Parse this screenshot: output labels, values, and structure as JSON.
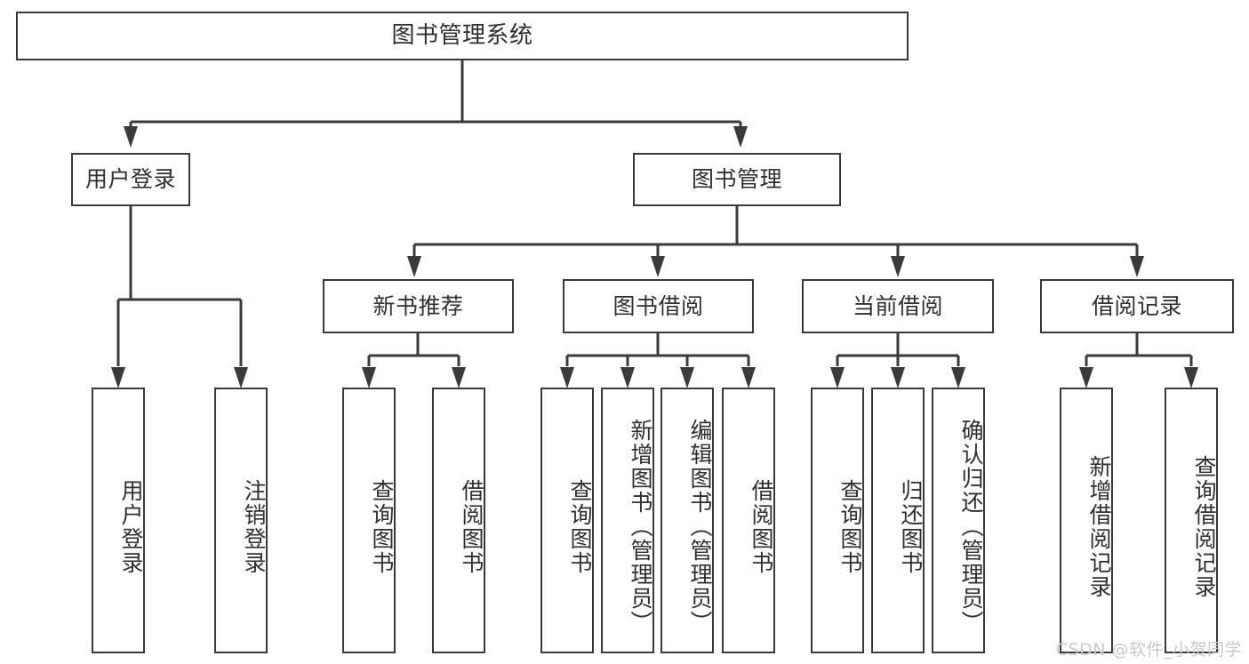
{
  "diagram": {
    "title": "图书管理系统",
    "watermark": "CSDN @软件_小贺同学",
    "line_color": "#3a3a3a",
    "box_border_color": "#3a3a3a",
    "box_fill_color": "#ffffff",
    "text_color": "#2f2f2f",
    "background_color": "#ffffff"
  },
  "nodes": {
    "root": {
      "label": "图书管理系统"
    },
    "level1": [
      {
        "label": "用户登录"
      },
      {
        "label": "图书管理"
      }
    ],
    "level2": [
      {
        "label": "新书推荐"
      },
      {
        "label": "图书借阅"
      },
      {
        "label": "当前借阅"
      },
      {
        "label": "借阅记录"
      }
    ],
    "leaves": {
      "user_login": [
        {
          "label": "用户登录"
        },
        {
          "label": "注销登录"
        }
      ],
      "new_book_recommend": [
        {
          "label": "查询图书"
        },
        {
          "label": "借阅图书"
        }
      ],
      "book_borrow": [
        {
          "label": "查询图书"
        },
        {
          "label": "新增图书（管理员）"
        },
        {
          "label": "编辑图书（管理员）"
        },
        {
          "label": "借阅图书"
        }
      ],
      "current_borrow": [
        {
          "label": "查询图书"
        },
        {
          "label": "归还图书"
        },
        {
          "label": "确认归还（管理员）"
        }
      ],
      "borrow_record": [
        {
          "label": "新增借阅记录"
        },
        {
          "label": "查询借阅记录"
        }
      ]
    }
  }
}
